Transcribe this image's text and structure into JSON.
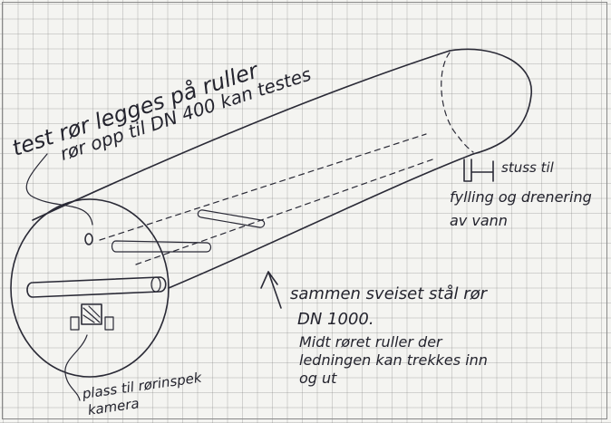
{
  "sketch": {
    "note_test_pipes_1": "test rør legges på ruller",
    "note_test_pipes_2": "rør opp til DN 400 kan testes",
    "note_nozzle_1": "stuss til",
    "note_nozzle_2": "fylling og drenering",
    "note_nozzle_3": "av vann",
    "note_steel_1": "sammen sveiset stål rør",
    "note_steel_2": "DN 1000.",
    "note_steel_3": "Midt røret ruller der",
    "note_steel_4": "ledningen kan trekkes inn",
    "note_steel_5": "og ut",
    "note_camera_1": "plass til rørinspek",
    "note_camera_2": "kamera",
    "ink_color": "#2a2a36",
    "paper_color": "#f4f4f1"
  }
}
